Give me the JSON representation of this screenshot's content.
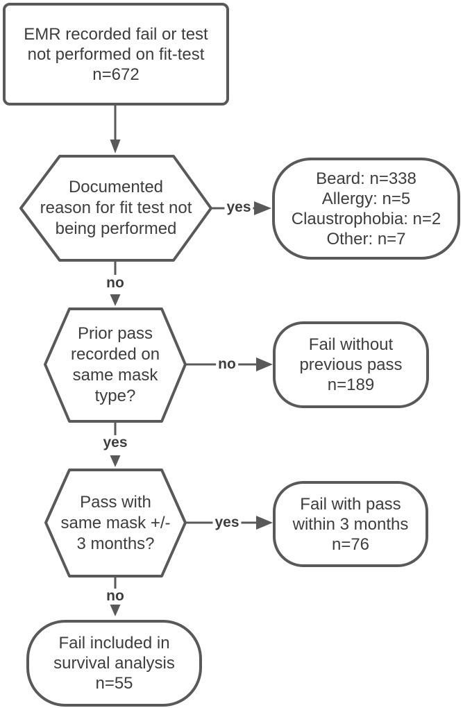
{
  "colors": {
    "stroke": "#595959",
    "text": "#3d3d3d",
    "background": "#ffffff"
  },
  "nodes": {
    "start": {
      "shape": "rounded-rectangle",
      "lines": [
        "EMR recorded fail or test",
        "not performed on fit-test",
        "n=672"
      ]
    },
    "decision_reason": {
      "shape": "hexagon",
      "lines": [
        "Documented",
        "reason for fit test not",
        "being performed"
      ]
    },
    "reasons": {
      "shape": "rounded-rectangle",
      "lines": [
        "Beard: n=338",
        "Allergy: n=5",
        "Claustrophobia: n=2",
        "Other: n=7"
      ]
    },
    "decision_prior_pass": {
      "shape": "hexagon",
      "lines": [
        "Prior pass",
        "recorded on",
        "same mask",
        "type?"
      ]
    },
    "fail_without_pass": {
      "shape": "rounded-rectangle",
      "lines": [
        "Fail without",
        "previous pass",
        "n=189"
      ]
    },
    "decision_pass_window": {
      "shape": "hexagon",
      "lines": [
        "Pass with",
        "same mask +/-",
        "3 months?"
      ]
    },
    "fail_with_pass": {
      "shape": "rounded-rectangle",
      "lines": [
        "Fail with pass",
        "within 3 months",
        "n=76"
      ]
    },
    "survival": {
      "shape": "rounded-rectangle",
      "lines": [
        "Fail included in",
        "survival analysis",
        "n=55"
      ]
    }
  },
  "edge_labels": {
    "d1_yes": "yes",
    "d1_no": "no",
    "d2_no": "no",
    "d2_yes": "yes",
    "d3_yes": "yes",
    "d3_no": "no"
  }
}
